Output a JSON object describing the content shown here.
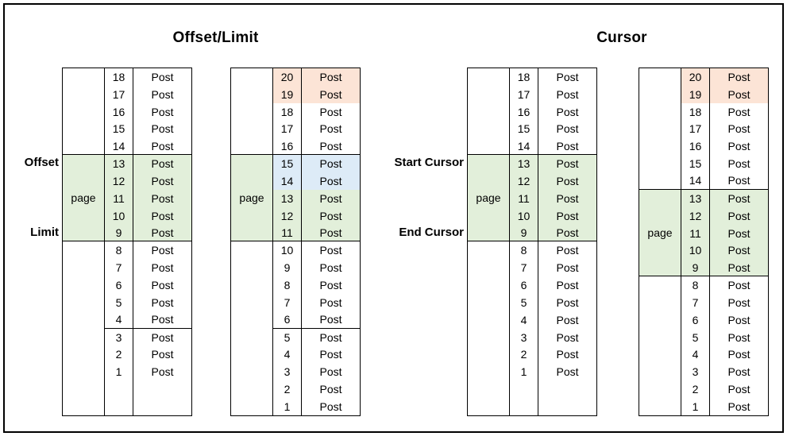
{
  "page": {
    "titles": {
      "left": "Offset/Limit",
      "right": "Cursor"
    }
  },
  "colors": {
    "white": "#FFFFFF",
    "green": "#E2EFDA",
    "orange": "#FCE4D6",
    "blue": "#DDEBF7",
    "border": "#000000"
  },
  "side_labels": [
    {
      "text": "Offset",
      "table": 0,
      "row_num": "13"
    },
    {
      "text": "Limit",
      "table": 0,
      "row_num": "9"
    },
    {
      "text": "Start Cursor",
      "table": 2,
      "row_num": "13"
    },
    {
      "text": "End Cursor",
      "table": 2,
      "row_num": "9"
    }
  ],
  "tables": [
    {
      "name": "offset-limit-initial",
      "rows": [
        {
          "num": "18",
          "post": "Post",
          "color": "white"
        },
        {
          "num": "17",
          "post": "Post",
          "color": "white"
        },
        {
          "num": "16",
          "post": "Post",
          "color": "white"
        },
        {
          "num": "15",
          "post": "Post",
          "color": "white"
        },
        {
          "num": "14",
          "post": "Post",
          "color": "white"
        },
        {
          "num": "13",
          "post": "Post",
          "color": "green"
        },
        {
          "num": "12",
          "post": "Post",
          "color": "green"
        },
        {
          "num": "11",
          "post": "Post",
          "color": "green"
        },
        {
          "num": "10",
          "post": "Post",
          "color": "green"
        },
        {
          "num": "9",
          "post": "Post",
          "color": "green"
        },
        {
          "num": "8",
          "post": "Post",
          "color": "white"
        },
        {
          "num": "7",
          "post": "Post",
          "color": "white"
        },
        {
          "num": "6",
          "post": "Post",
          "color": "white"
        },
        {
          "num": "5",
          "post": "Post",
          "color": "white"
        },
        {
          "num": "4",
          "post": "Post",
          "color": "white"
        },
        {
          "num": "3",
          "post": "Post",
          "color": "white"
        },
        {
          "num": "2",
          "post": "Post",
          "color": "white"
        },
        {
          "num": "1",
          "post": "Post",
          "color": "white"
        }
      ],
      "page_col": [
        {
          "from": 1,
          "to": 5,
          "color": "white",
          "label": "",
          "line_below": true
        },
        {
          "from": 6,
          "to": 10,
          "color": "green",
          "label": "page",
          "line_below": true
        },
        {
          "from": 11,
          "to": 20,
          "color": "white",
          "label": "",
          "line_below": false
        }
      ],
      "row_separators_below": [
        5,
        10,
        15
      ]
    },
    {
      "name": "offset-limit-after-insert",
      "rows": [
        {
          "num": "20",
          "post": "Post",
          "color": "orange"
        },
        {
          "num": "19",
          "post": "Post",
          "color": "orange"
        },
        {
          "num": "18",
          "post": "Post",
          "color": "white"
        },
        {
          "num": "17",
          "post": "Post",
          "color": "white"
        },
        {
          "num": "16",
          "post": "Post",
          "color": "white"
        },
        {
          "num": "15",
          "post": "Post",
          "color": "blue"
        },
        {
          "num": "14",
          "post": "Post",
          "color": "blue"
        },
        {
          "num": "13",
          "post": "Post",
          "color": "green"
        },
        {
          "num": "12",
          "post": "Post",
          "color": "green"
        },
        {
          "num": "11",
          "post": "Post",
          "color": "green"
        },
        {
          "num": "10",
          "post": "Post",
          "color": "white"
        },
        {
          "num": "9",
          "post": "Post",
          "color": "white"
        },
        {
          "num": "8",
          "post": "Post",
          "color": "white"
        },
        {
          "num": "7",
          "post": "Post",
          "color": "white"
        },
        {
          "num": "6",
          "post": "Post",
          "color": "white"
        },
        {
          "num": "5",
          "post": "Post",
          "color": "white"
        },
        {
          "num": "4",
          "post": "Post",
          "color": "white"
        },
        {
          "num": "3",
          "post": "Post",
          "color": "white"
        },
        {
          "num": "2",
          "post": "Post",
          "color": "white"
        },
        {
          "num": "1",
          "post": "Post",
          "color": "white"
        }
      ],
      "page_col": [
        {
          "from": 1,
          "to": 5,
          "color": "white",
          "label": "",
          "line_below": true
        },
        {
          "from": 6,
          "to": 10,
          "color": "green",
          "label": "page",
          "line_below": true
        },
        {
          "from": 11,
          "to": 20,
          "color": "white",
          "label": "",
          "line_below": false
        }
      ],
      "row_separators_below": [
        5,
        10,
        15
      ]
    },
    {
      "name": "cursor-initial",
      "rows": [
        {
          "num": "18",
          "post": "Post",
          "color": "white"
        },
        {
          "num": "17",
          "post": "Post",
          "color": "white"
        },
        {
          "num": "16",
          "post": "Post",
          "color": "white"
        },
        {
          "num": "15",
          "post": "Post",
          "color": "white"
        },
        {
          "num": "14",
          "post": "Post",
          "color": "white"
        },
        {
          "num": "13",
          "post": "Post",
          "color": "green"
        },
        {
          "num": "12",
          "post": "Post",
          "color": "green"
        },
        {
          "num": "11",
          "post": "Post",
          "color": "green"
        },
        {
          "num": "10",
          "post": "Post",
          "color": "green"
        },
        {
          "num": "9",
          "post": "Post",
          "color": "green"
        },
        {
          "num": "8",
          "post": "Post",
          "color": "white"
        },
        {
          "num": "7",
          "post": "Post",
          "color": "white"
        },
        {
          "num": "6",
          "post": "Post",
          "color": "white"
        },
        {
          "num": "5",
          "post": "Post",
          "color": "white"
        },
        {
          "num": "4",
          "post": "Post",
          "color": "white"
        },
        {
          "num": "3",
          "post": "Post",
          "color": "white"
        },
        {
          "num": "2",
          "post": "Post",
          "color": "white"
        },
        {
          "num": "1",
          "post": "Post",
          "color": "white"
        }
      ],
      "page_col": [
        {
          "from": 1,
          "to": 5,
          "color": "white",
          "label": "",
          "line_below": true
        },
        {
          "from": 6,
          "to": 10,
          "color": "green",
          "label": "page",
          "line_below": true
        },
        {
          "from": 11,
          "to": 20,
          "color": "white",
          "label": "",
          "line_below": false
        }
      ],
      "row_separators_below": [
        5,
        10
      ]
    },
    {
      "name": "cursor-after-insert",
      "rows": [
        {
          "num": "20",
          "post": "Post",
          "color": "orange"
        },
        {
          "num": "19",
          "post": "Post",
          "color": "orange"
        },
        {
          "num": "18",
          "post": "Post",
          "color": "white"
        },
        {
          "num": "17",
          "post": "Post",
          "color": "white"
        },
        {
          "num": "16",
          "post": "Post",
          "color": "white"
        },
        {
          "num": "15",
          "post": "Post",
          "color": "white"
        },
        {
          "num": "14",
          "post": "Post",
          "color": "white"
        },
        {
          "num": "13",
          "post": "Post",
          "color": "green"
        },
        {
          "num": "12",
          "post": "Post",
          "color": "green"
        },
        {
          "num": "11",
          "post": "Post",
          "color": "green"
        },
        {
          "num": "10",
          "post": "Post",
          "color": "green"
        },
        {
          "num": "9",
          "post": "Post",
          "color": "green"
        },
        {
          "num": "8",
          "post": "Post",
          "color": "white"
        },
        {
          "num": "7",
          "post": "Post",
          "color": "white"
        },
        {
          "num": "6",
          "post": "Post",
          "color": "white"
        },
        {
          "num": "5",
          "post": "Post",
          "color": "white"
        },
        {
          "num": "4",
          "post": "Post",
          "color": "white"
        },
        {
          "num": "3",
          "post": "Post",
          "color": "white"
        },
        {
          "num": "2",
          "post": "Post",
          "color": "white"
        },
        {
          "num": "1",
          "post": "Post",
          "color": "white"
        }
      ],
      "page_col": [
        {
          "from": 1,
          "to": 7,
          "color": "white",
          "label": "",
          "line_below": true
        },
        {
          "from": 8,
          "to": 12,
          "color": "green",
          "label": "page",
          "line_below": true
        },
        {
          "from": 13,
          "to": 20,
          "color": "white",
          "label": "",
          "line_below": false
        }
      ],
      "row_separators_below": [
        7,
        12
      ]
    }
  ]
}
